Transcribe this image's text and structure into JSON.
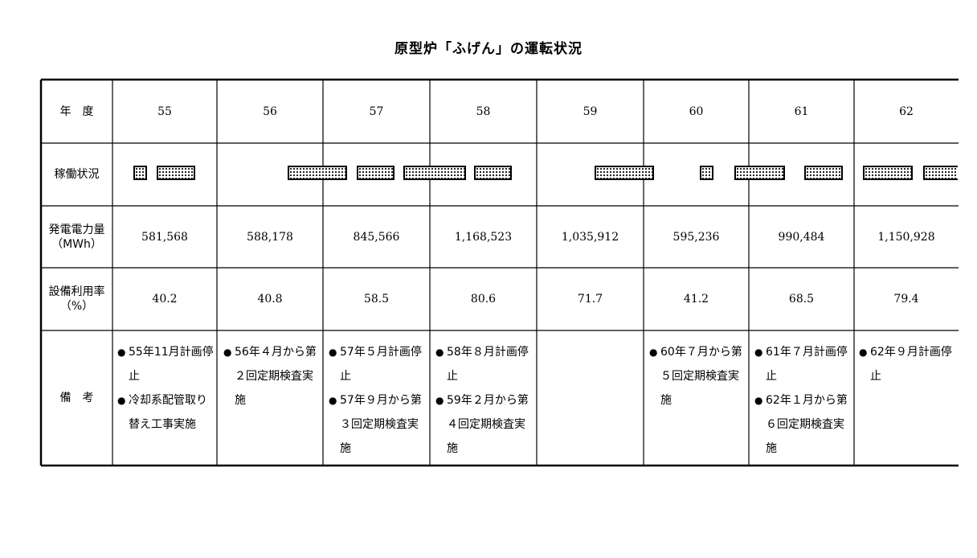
{
  "title": "原型炉「ふげん」の運転状況",
  "headers": {
    "year": "年度",
    "operation": "稼働状況",
    "power_line1": "発電電力量",
    "power_line2": "（MWh）",
    "util_line1": "設備利用率",
    "util_line2": "（%）",
    "remarks": "備考"
  },
  "years": [
    "55",
    "56",
    "57",
    "58",
    "59",
    "60",
    "61",
    "62"
  ],
  "power": [
    "581,568",
    "588,178",
    "845,566",
    "1,168,523",
    "1,035,912",
    "595,236",
    "990,484",
    "1,150,928"
  ],
  "utilization": [
    "40.2",
    "40.8",
    "58.5",
    "80.6",
    "71.7",
    "41.2",
    "68.5",
    "79.4"
  ],
  "remarks": [
    [
      "55年11月計画停止",
      "冷却系配管取り替え工事実施"
    ],
    [
      "56年４月から第２回定期検査実施"
    ],
    [
      "57年５月計画停止",
      "57年９月から第３回定期検査実施"
    ],
    [
      "58年８月計画停止",
      "59年２月から第４回定期検査実施"
    ],
    [],
    [
      "60年７月から第５回定期検査実施"
    ],
    [
      "61年７月計画停止",
      "62年１月から第６回定期検査実施"
    ],
    [
      "62年９月計画停止"
    ]
  ],
  "operation_periods_note": "dotted bars indicate operating periods"
}
